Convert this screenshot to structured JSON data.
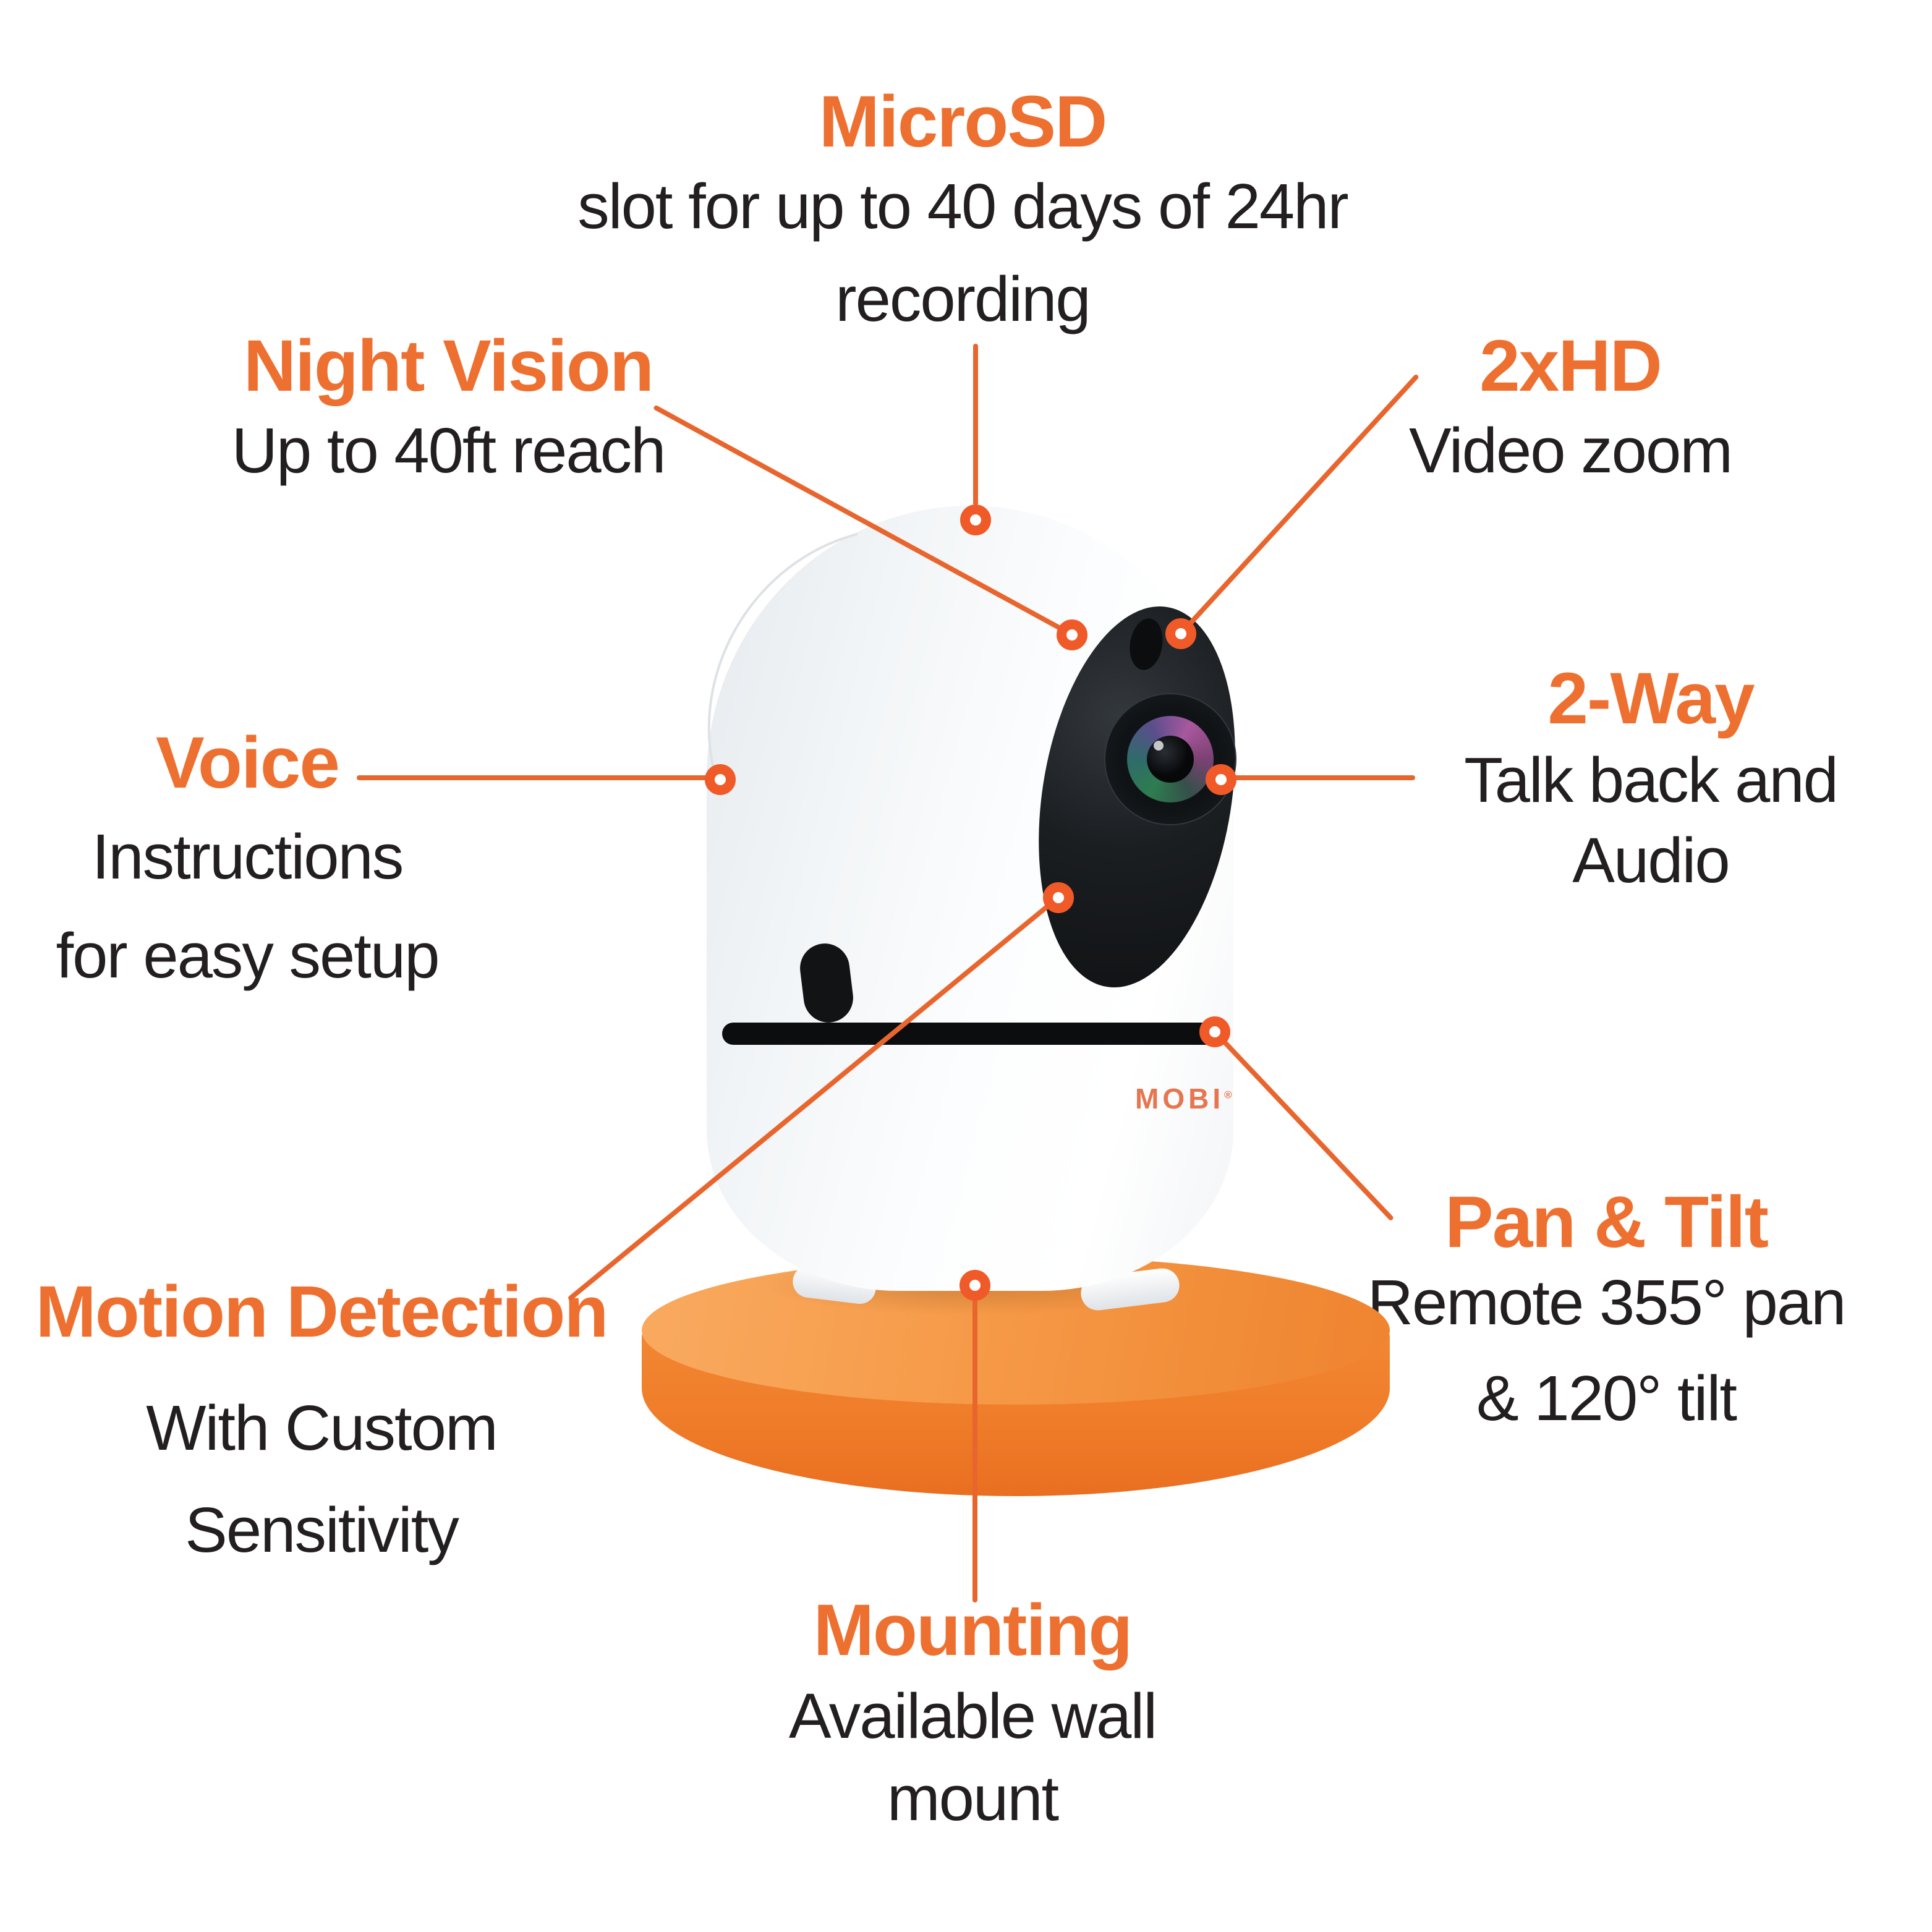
{
  "colors": {
    "accent_orange": "#ee7030",
    "connector_orange": "#e8662e",
    "dot_orange": "#f05a28",
    "body_text": "#231f20",
    "platform_top": "#f79b4a",
    "platform_side": "#ef7c29",
    "camera_white": "#f7f9fa",
    "panel_black": "#1b1e21"
  },
  "device": {
    "brand": "MOBI",
    "brand_mark": "®"
  },
  "callouts": {
    "microsd": {
      "title": "MicroSD",
      "lines": [
        "slot for up to 40 days of 24hr",
        "recording"
      ]
    },
    "night_vision": {
      "title": "Night Vision",
      "lines": [
        "Up to 40ft reach"
      ]
    },
    "hd_zoom": {
      "title": "2xHD",
      "lines": [
        "Video zoom"
      ]
    },
    "voice": {
      "title": "Voice",
      "lines": [
        "Instructions",
        "for easy setup"
      ]
    },
    "two_way": {
      "title": "2-Way",
      "lines": [
        "Talk back and",
        "Audio"
      ]
    },
    "motion": {
      "title": "Motion Detection",
      "lines": [
        "With Custom",
        "Sensitivity"
      ]
    },
    "pan_tilt": {
      "title": "Pan & Tilt",
      "lines": [
        "Remote 355° pan",
        "& 120° tilt"
      ]
    },
    "mounting": {
      "title": "Mounting",
      "lines": [
        "Available wall",
        "mount"
      ]
    }
  }
}
